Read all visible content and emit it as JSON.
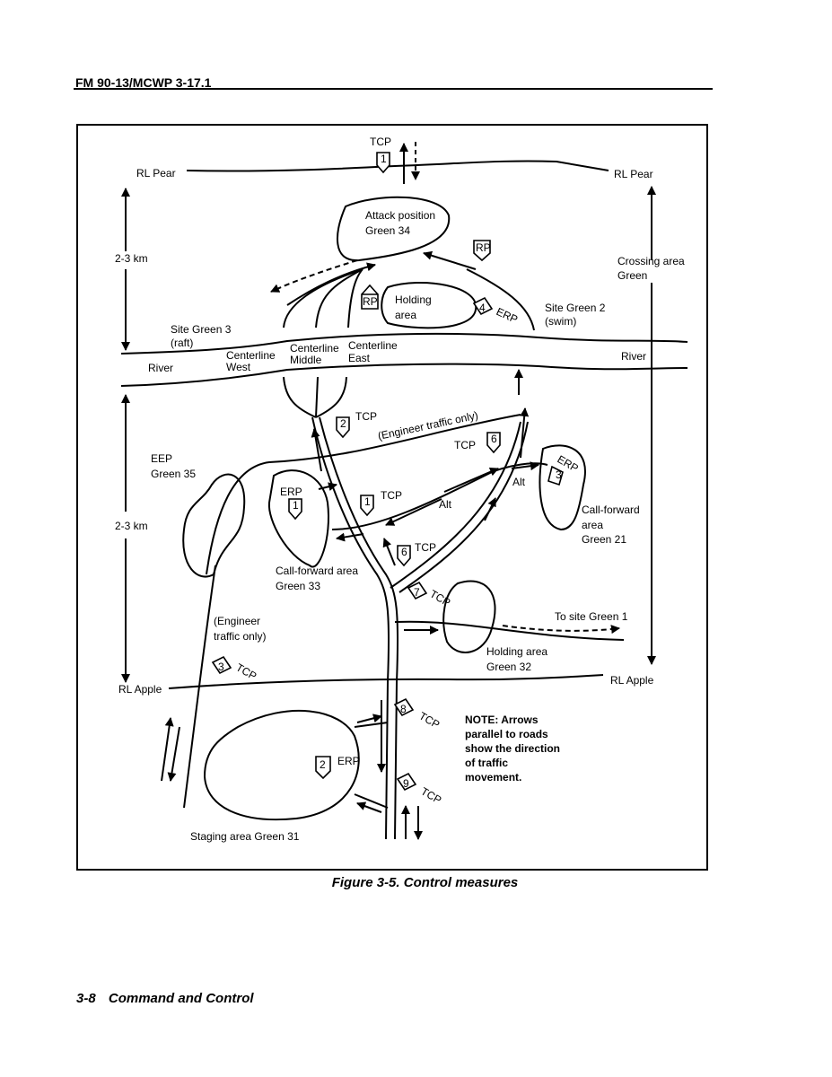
{
  "header": {
    "doc_id": "FM 90-13/MCWP 3-17.1"
  },
  "figure": {
    "caption": "Figure 3-5.  Control measures",
    "phase_lines": {
      "north": "RL Pear",
      "south": "RL Apple"
    },
    "distances": {
      "upper": "2-3 km",
      "lower": "2-3 km"
    },
    "crossing_area": [
      "Crossing area",
      "Green"
    ],
    "river": "River",
    "sites": {
      "green3": [
        "Site Green 3",
        "(raft)"
      ],
      "green2": [
        "Site Green 2",
        "(swim)"
      ],
      "to_green1": "To site Green 1"
    },
    "centerlines": {
      "west": [
        "Centerline",
        "West"
      ],
      "middle": [
        "Centerline",
        "Middle"
      ],
      "east": [
        "Centerline",
        "East"
      ]
    },
    "areas": {
      "attack": [
        "Attack position",
        "Green 34"
      ],
      "holding_north": [
        "Holding",
        "area"
      ],
      "eep": [
        "EEP",
        "Green 35"
      ],
      "cfa33": [
        "Call-forward area",
        "Green 33"
      ],
      "cfa21": [
        "Call-forward",
        "area",
        "Green 21"
      ],
      "holding32": [
        "Holding area",
        "Green 32"
      ],
      "staging": "Staging area Green 31"
    },
    "engineer_traffic": {
      "top": "(Engineer traffic only)",
      "left": [
        "(Engineer",
        "traffic only)"
      ]
    },
    "alt_label": "Alt",
    "symbols": {
      "tcp_label": "TCP",
      "erp_label": "ERP",
      "rp_label": "RP",
      "tcp": [
        "1",
        "2",
        "1",
        "6",
        "6",
        "7",
        "3",
        "8",
        "9"
      ],
      "erp": [
        "1",
        "2",
        "3",
        "4"
      ]
    },
    "note": [
      "NOTE: Arrows",
      "parallel to roads",
      "show the direction",
      "of traffic",
      "movement."
    ]
  },
  "footer": {
    "page": "3-8",
    "title": "Command and Control"
  }
}
